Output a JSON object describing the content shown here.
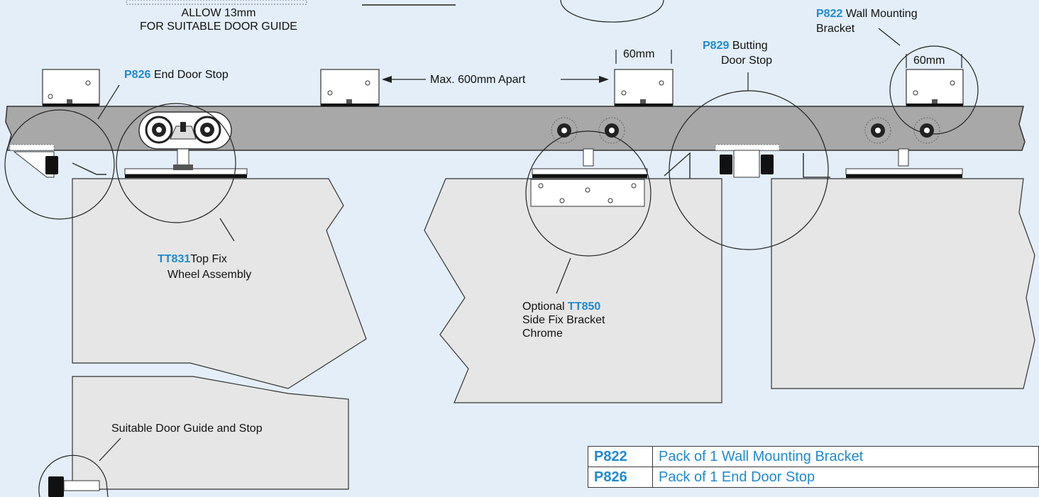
{
  "labels": {
    "allow_line1": "ALLOW 13mm",
    "allow_line2": "FOR SUITABLE DOOR GUIDE",
    "p826_code": "P826",
    "p826_text": " End Door Stop",
    "spacing": "Max. 600mm Apart",
    "dim_60_mid": "60mm",
    "dim_60_right": "60mm",
    "p829_code": "P829",
    "p829_text": " Butting",
    "p829_line2": "Door Stop",
    "p822_code": "P822",
    "p822_text": " Wall Mounting",
    "p822_line2": "Bracket",
    "tt831_code": "TT831",
    "tt831_text": "Top Fix",
    "tt831_line2": "Wheel Assembly",
    "tt850_prefix": "Optional ",
    "tt850_code": "TT850",
    "tt850_line2": "Side Fix Bracket",
    "tt850_line3": "Chrome",
    "guide": "Suitable Door Guide and Stop"
  },
  "parts_table": [
    {
      "code": "P822",
      "desc": "Pack of 1 Wall Mounting Bracket"
    },
    {
      "code": "P826",
      "desc": "Pack of 1 End Door Stop"
    }
  ],
  "colors": {
    "background": "#e3eef8",
    "accent": "#1f8ad0",
    "track": "#a8a8a8",
    "door": "#e6e6e6"
  }
}
